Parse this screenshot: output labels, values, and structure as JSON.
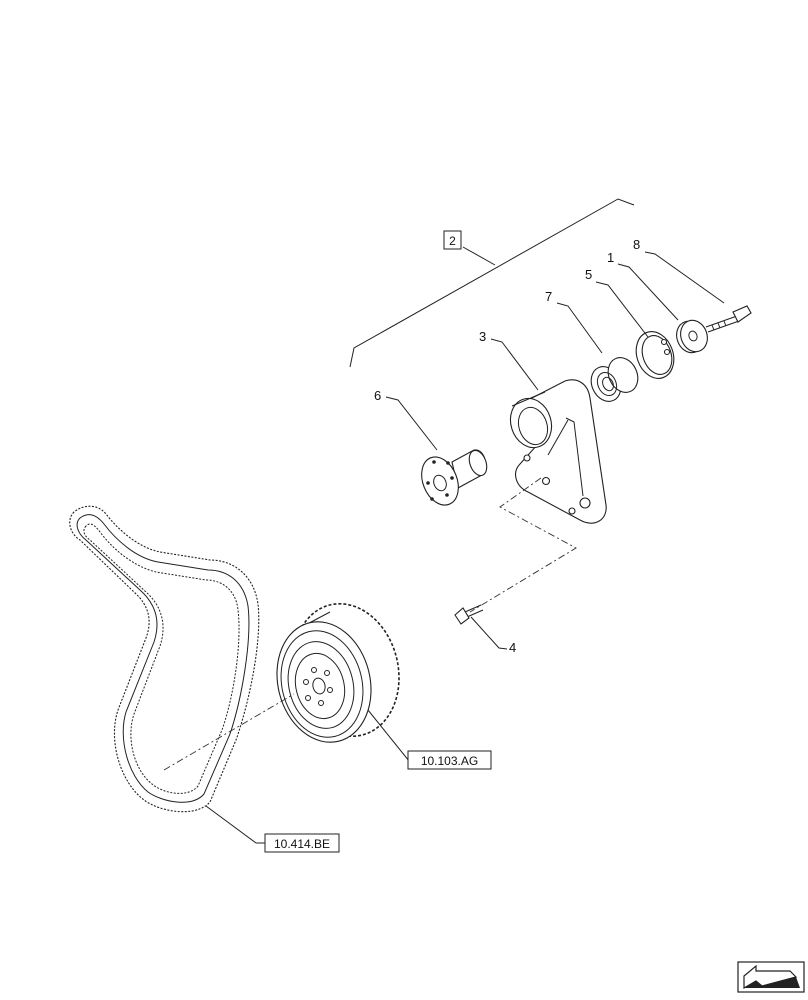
{
  "callouts": {
    "assembly": "2",
    "p1": "1",
    "p3": "3",
    "p4": "4",
    "p5": "5",
    "p6": "6",
    "p7": "7",
    "p8": "8"
  },
  "references": {
    "pulley": "10.103.AG",
    "belt": "10.414.BE"
  },
  "nav": {
    "icon": "next-page-arrow-icon"
  },
  "colors": {
    "line": "#222222",
    "background": "#ffffff"
  }
}
